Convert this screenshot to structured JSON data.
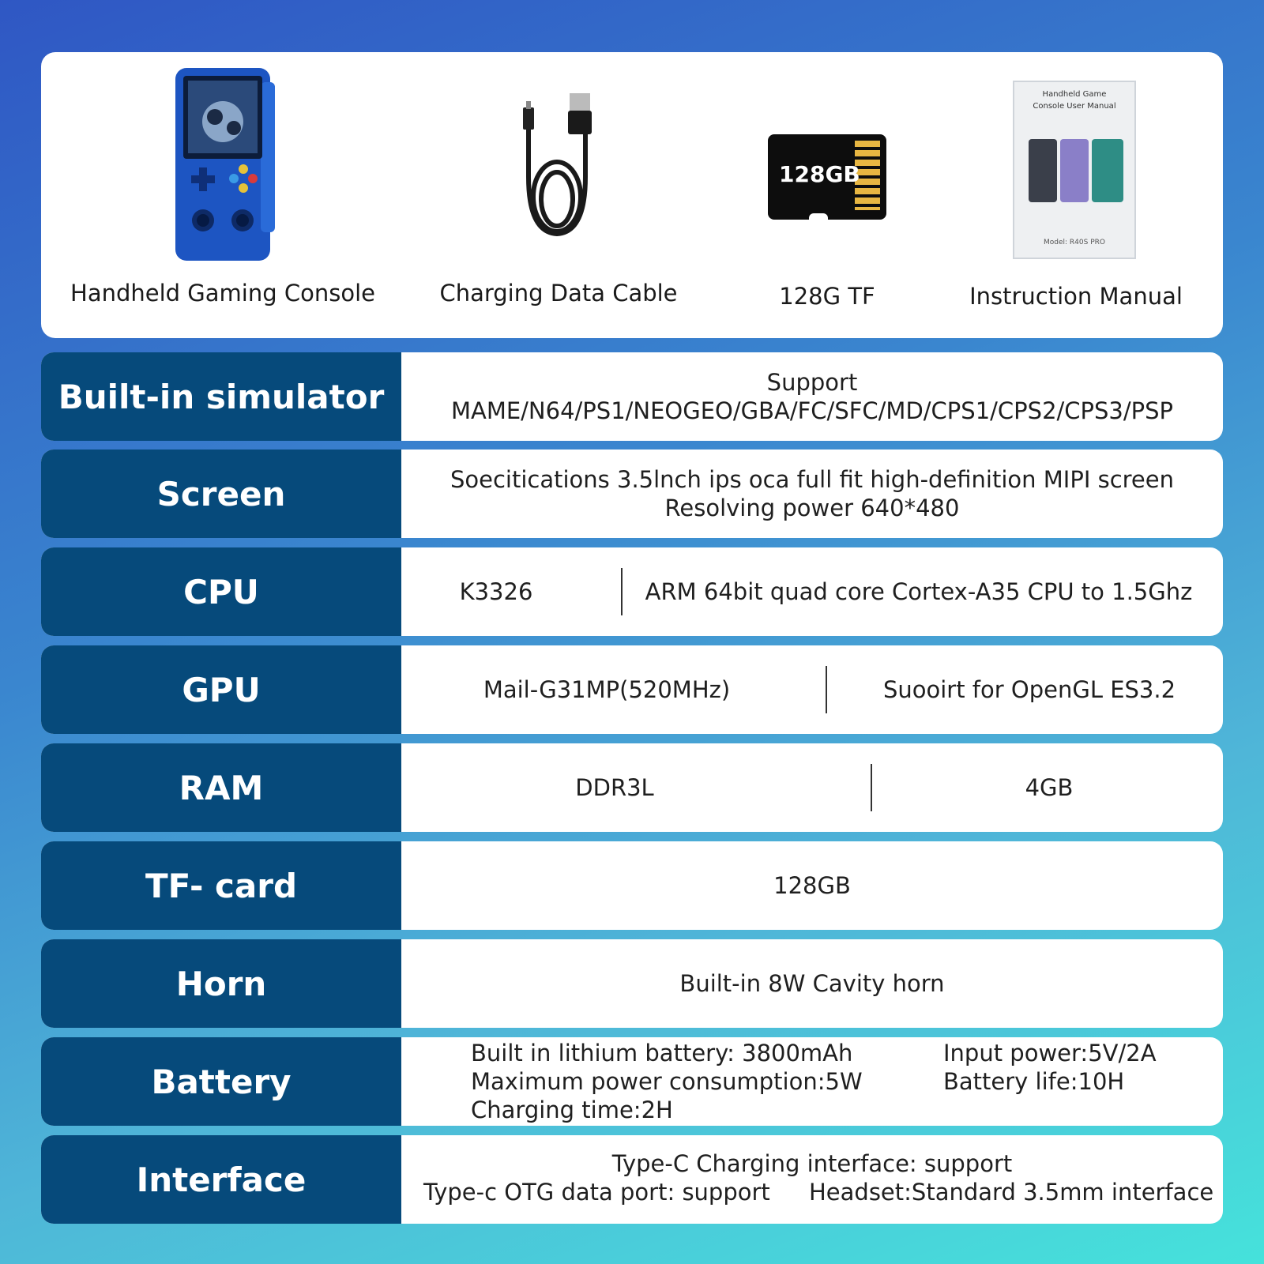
{
  "box_contents": [
    {
      "label": "Handheld Gaming Console",
      "icon": "handheld-console-image"
    },
    {
      "label": "Charging Data Cable",
      "icon": "usb-cable-image"
    },
    {
      "label": "128G TF",
      "icon": "tf-card-image",
      "card_text": "128GB"
    },
    {
      "label": "Instruction Manual",
      "icon": "manual-image",
      "manual_title_1": "Handheld Game",
      "manual_title_2": "Console User Manual",
      "manual_model": "Model: R40S PRO"
    }
  ],
  "specs": {
    "simulator": {
      "label": "Built-in simulator",
      "line1": "Support",
      "line2": "MAME/N64/PS1/NEOGEO/GBA/FC/SFC/MD/CPS1/CPS2/CPS3/PSP"
    },
    "screen": {
      "label": "Screen",
      "line1": "Soecitications 3.5lnch ips oca full fit high-definition MIPI screen",
      "line2": "Resolving power 640*480"
    },
    "cpu": {
      "label": "CPU",
      "col1": "K3326",
      "col2": "ARM 64bit quad core Cortex-A35 CPU to 1.5Ghz"
    },
    "gpu": {
      "label": "GPU",
      "col1": "Mail-G31MP(520MHz)",
      "col2": "Suooirt for OpenGL ES3.2"
    },
    "ram": {
      "label": "RAM",
      "col1": "DDR3L",
      "col2": "4GB"
    },
    "tf": {
      "label": "TF- card",
      "value": "128GB"
    },
    "horn": {
      "label": "Horn",
      "value": "Built-in 8W Cavity horn"
    },
    "battery": {
      "label": "Battery",
      "left": [
        "Built in lithium battery: 3800mAh",
        "Maximum power consumption:5W",
        "Charging time:2H"
      ],
      "right": [
        "Input power:5V/2A",
        "Battery life:10H"
      ]
    },
    "interface": {
      "label": "Interface",
      "line1": "Type-C Charging interface: support",
      "line2a": "Type-c OTG data port: support",
      "line2b": "Headset:Standard 3.5mm interface"
    }
  },
  "colors": {
    "label_bg": "#064a7b",
    "label_text": "#ffffff",
    "card_bg": "#ffffff"
  }
}
